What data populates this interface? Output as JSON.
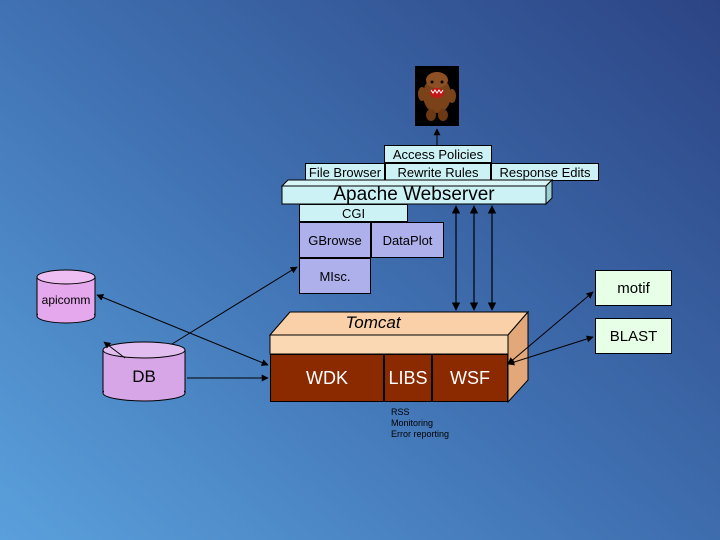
{
  "mascot": {
    "icon": "brown-monster-mascot-icon"
  },
  "labels": {
    "access_policies": "Access Policies",
    "file_browser": "File Browser",
    "rewrite_rules": "Rewrite Rules",
    "response_edits": "Response Edits",
    "apache": "Apache Webserver",
    "cgi": "CGI",
    "gbrowse": "GBrowse",
    "dataplot": "DataPlot",
    "misc": "MIsc.",
    "apicomm": "apicomm",
    "db": "DB",
    "tomcat": "Tomcat",
    "wdk": "WDK",
    "libs": "LIBS",
    "wsf": "WSF",
    "motif": "motif",
    "blast": "BLAST",
    "notes": [
      "RSS",
      "Monitoring",
      "Error reporting"
    ]
  },
  "colors": {
    "cyan_box": "#cdf2f6",
    "lavender_box": "#aeb0ec",
    "green_box": "#e6ffe6",
    "db_purple": "#d6a6e6",
    "tomcat_tan": "#f9d0a8",
    "component_brown": "#8b2a00"
  }
}
